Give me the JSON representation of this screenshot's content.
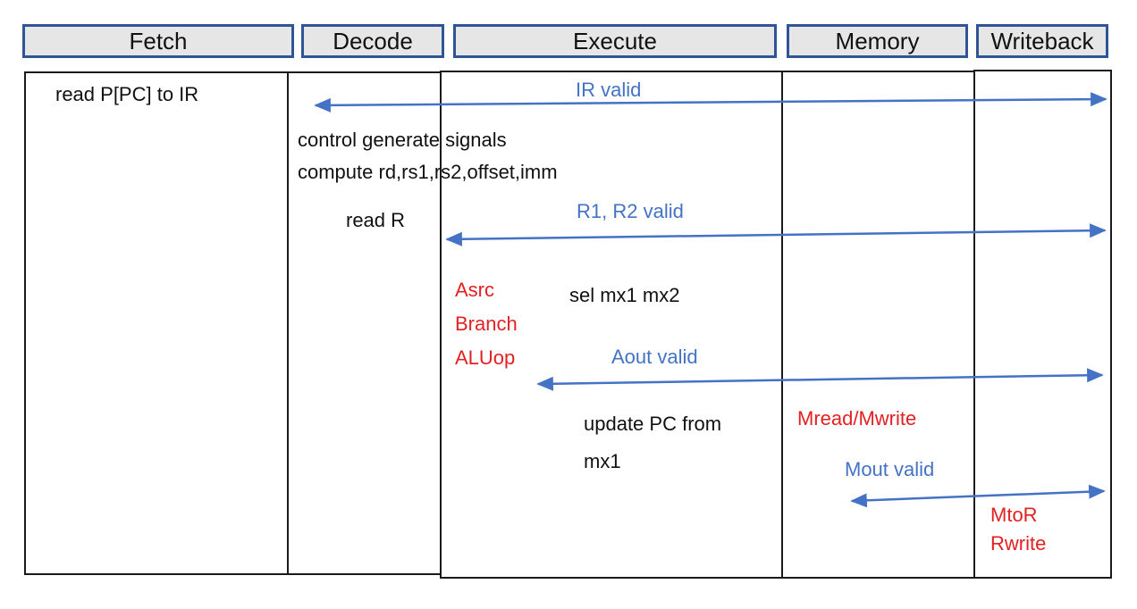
{
  "stages": [
    "Fetch",
    "Decode",
    "Execute",
    "Memory",
    "Writeback"
  ],
  "fetch": {
    "action": "read P[PC] to IR"
  },
  "decode": {
    "line1": "control generate signals",
    "line2": "compute rd,rs1,rs2,offset,imm",
    "read_r": "read R"
  },
  "execute": {
    "sel": "sel mx1 mx2",
    "update_line1": "update PC from",
    "update_line2": "mx1"
  },
  "signals": {
    "ir_valid": "IR valid",
    "r1_r2_valid": "R1, R2 valid",
    "aout_valid": "Aout valid",
    "mout_valid": "Mout valid"
  },
  "control": {
    "execute": [
      "Asrc",
      "Branch",
      "ALUop"
    ],
    "memory": "Mread/Mwrite",
    "writeback": [
      "MtoR",
      "Rwrite"
    ]
  },
  "colors": {
    "signal_blue": "#4472C4",
    "control_red": "#E32023",
    "header_fill": "#E7E6E6",
    "header_border": "#2F5597",
    "grid_line": "#1A1A1A",
    "text_black": "#111111"
  }
}
